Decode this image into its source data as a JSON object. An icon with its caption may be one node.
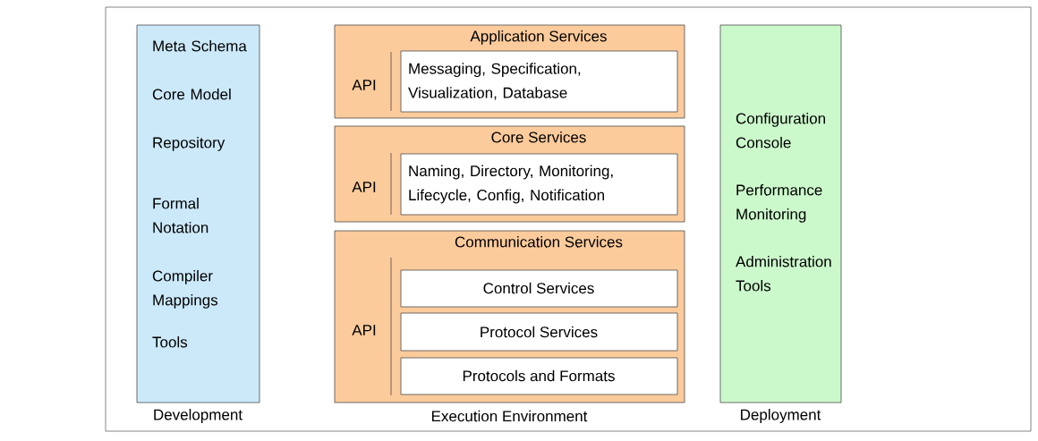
{
  "diagram": {
    "nodes": [
      {
        "text": [
          "Meta Schema",
          "Core Model",
          "Repository",
          "Formal Notation",
          "Compiler Mappings",
          "Tools"
        ],
        "beside": [
          "Development"
        ]
      },
      {
        "text": [
          "Application Services",
          "API"
        ]
      },
      {
        "text": [
          "Messaging, Specification, Visualization, Database"
        ],
        "in": 1
      },
      {
        "text": [
          "Core Services",
          "API"
        ]
      },
      {
        "text": [
          "Naming, Directory, Monitoring, Lifecycle, Config, Notification"
        ],
        "in": 3
      },
      {
        "text": [
          "Communication Services",
          "API"
        ]
      },
      {
        "text": [
          "Control Services"
        ],
        "in": 5
      },
      {
        "text": [
          "Protocol Services"
        ],
        "in": 5
      },
      {
        "text": [
          "Protocols and Formats"
        ],
        "in": 5
      },
      {
        "text": [
          "Configuration Console",
          "Performance Monitoring",
          "Administration Tools"
        ],
        "beside": [
          "Deployment"
        ]
      }
    ],
    "labels": [
      "Execution Environment"
    ]
  }
}
